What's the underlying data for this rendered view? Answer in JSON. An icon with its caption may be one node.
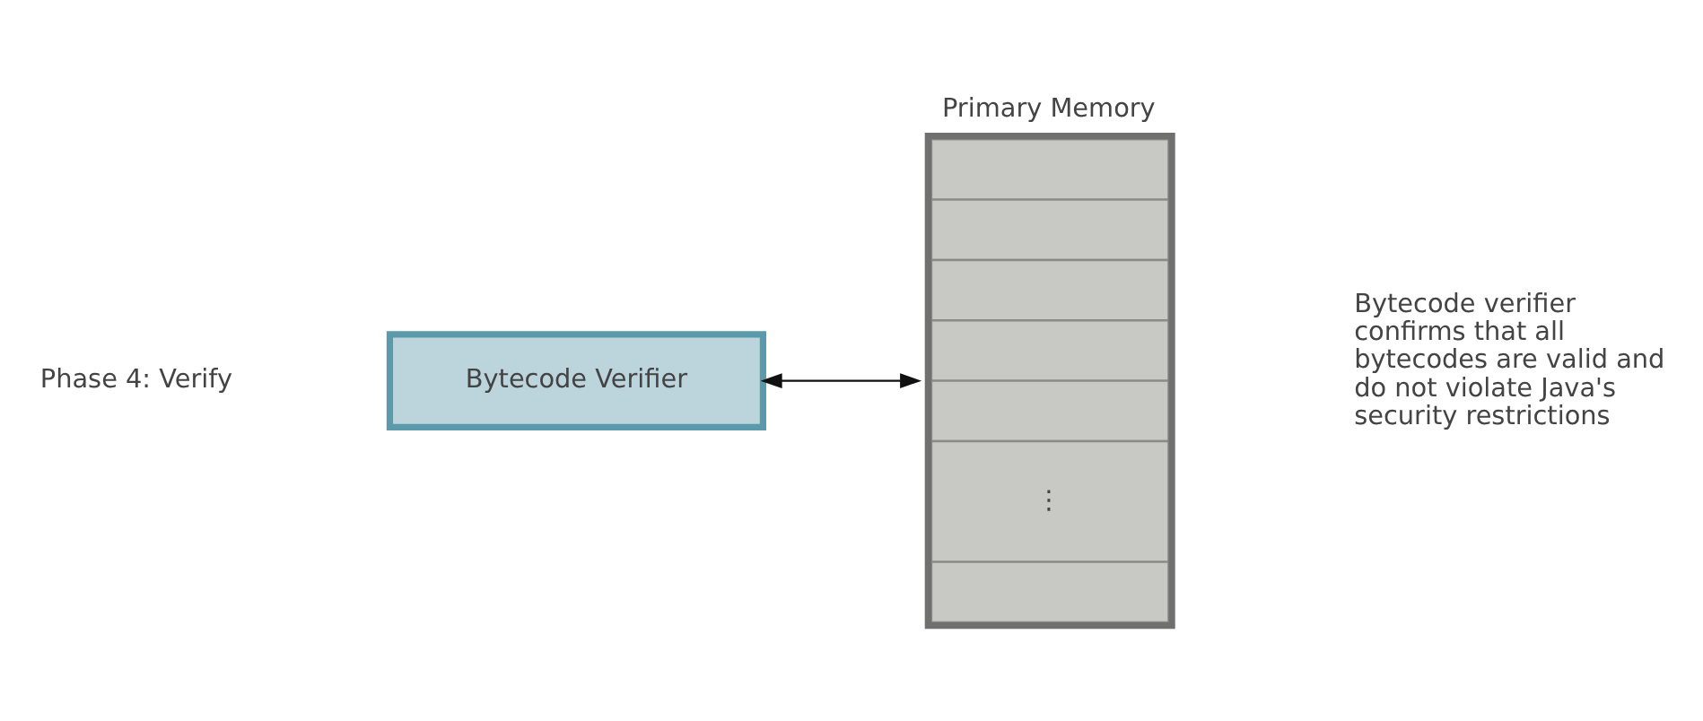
{
  "diagram": {
    "nodes": [
      {
        "text": [
          "Bytecode Verifier"
        ]
      },
      {
        "text": [
          "Primary Memory",
          "⋮"
        ]
      }
    ],
    "edges": [
      {
        "from": 0,
        "to": 1,
        "arrow": "both"
      }
    ],
    "labels": [
      "Phase 4: Verify",
      "Bytecode verifier confirms that all bytecodes are valid and do not violate Java's security restrictions"
    ]
  }
}
